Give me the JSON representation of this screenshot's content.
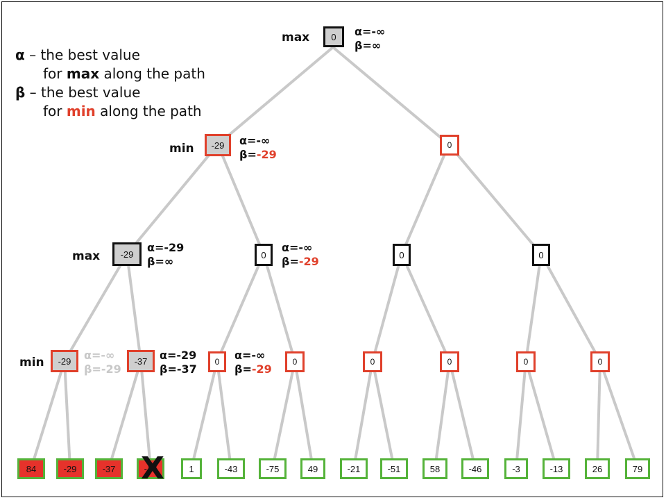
{
  "legend": {
    "alpha_symbol": "α",
    "alpha_text": " – the best value",
    "alpha_line2_pre": "for ",
    "alpha_line2_kw": "max",
    "alpha_line2_post": " along the path",
    "beta_symbol": "β",
    "beta_text": " – the best value",
    "beta_line2_pre": "for ",
    "beta_line2_kw": "min",
    "beta_line2_post": " along the path"
  },
  "labels": {
    "root": "max",
    "l1": "min",
    "l2": "max",
    "l3": "min"
  },
  "nodes": {
    "root": "0",
    "l1_left": "-29",
    "l1_right": "0",
    "l2_a": "-29",
    "l2_b": "0",
    "l2_c": "0",
    "l2_d": "0",
    "l3_a": "-29",
    "l3_b": "-37",
    "l3_c": "0",
    "l3_d": "0",
    "l3_e": "0",
    "l3_f": "0",
    "l3_g": "0",
    "l3_h": "0"
  },
  "leaves": [
    "84",
    "-29",
    "-37",
    "-16",
    "1",
    "-43",
    "-75",
    "49",
    "-21",
    "-51",
    "58",
    "-46",
    "-3",
    "-13",
    "26",
    "79"
  ],
  "bounds": {
    "root": {
      "alpha_eq": "α=",
      "alpha": "-∞",
      "beta_eq": "β=",
      "beta": "∞"
    },
    "l1_left": {
      "alpha_eq": "α=",
      "alpha": "-∞",
      "beta_eq": "β=",
      "beta": "-29"
    },
    "l2_a": {
      "alpha_eq": "α=",
      "alpha": "-29",
      "beta_eq": "β=",
      "beta": "∞"
    },
    "l2_b": {
      "alpha_eq": "α=",
      "alpha": "-∞",
      "beta_eq": "β=",
      "beta": "-29"
    },
    "l3_a": {
      "alpha_eq": "α=",
      "alpha": "-∞",
      "beta_eq": "β=",
      "beta": "-29"
    },
    "l3_b": {
      "alpha_eq": "α=",
      "alpha": "-29",
      "beta_eq": "β=",
      "beta": "-37"
    },
    "l3_c": {
      "alpha_eq": "α=",
      "alpha": "-∞",
      "beta_eq": "β=",
      "beta": "-29"
    }
  },
  "pruned_mark": "X",
  "colors": {
    "max_border": "#111111",
    "min_border": "#e0402b",
    "leaf_border": "#55b33a",
    "visited_fill": "#cfcfcf",
    "leaf_visited_fill": "#e6322b",
    "edge": "#c9c9c9"
  }
}
